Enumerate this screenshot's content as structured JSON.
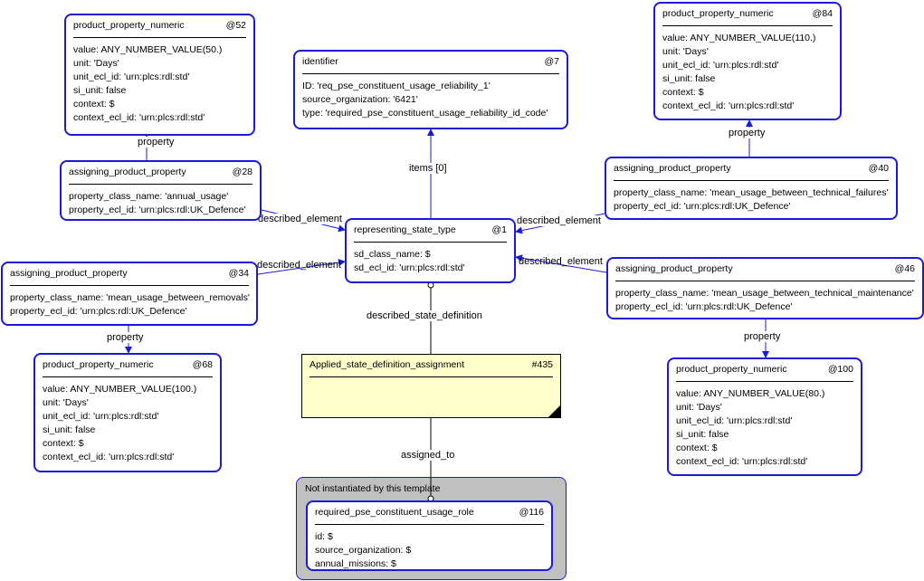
{
  "group": {
    "label": "Not instantiated by this template"
  },
  "boxes": {
    "ppn52": {
      "name": "product_property_numeric",
      "id": "@52",
      "attrs": [
        "value: ANY_NUMBER_VALUE(50.)",
        "unit: 'Days'",
        "unit_ecl_id: 'urn:plcs:rdl:std'",
        "si_unit: false",
        "context: $",
        "context_ecl_id: 'urn:plcs:rdl:std'"
      ]
    },
    "identifier7": {
      "name": "identifier",
      "id": "@7",
      "attrs": [
        "ID: 'req_pse_constituent_usage_reliability_1'",
        "source_organization: '6421'",
        "type: 'required_pse_constituent_usage_reliability_id_code'"
      ]
    },
    "ppn84": {
      "name": "product_property_numeric",
      "id": "@84",
      "attrs": [
        "value: ANY_NUMBER_VALUE(110.)",
        "unit: 'Days'",
        "unit_ecl_id: 'urn:plcs:rdl:std'",
        "si_unit: false",
        "context: $",
        "context_ecl_id: 'urn:plcs:rdl:std'"
      ]
    },
    "app28": {
      "name": "assigning_product_property",
      "id": "@28",
      "attrs": [
        "property_class_name: 'annual_usage'",
        "property_ecl_id: 'urn:plcs:rdl:UK_Defence'"
      ]
    },
    "app40": {
      "name": "assigning_product_property",
      "id": "@40",
      "attrs": [
        "property_class_name: 'mean_usage_between_technical_failures'",
        "property_ecl_id: 'urn:plcs:rdl:UK_Defence'"
      ]
    },
    "rst1": {
      "name": "representing_state_type",
      "id": "@1",
      "attrs": [
        "sd_class_name: $",
        "sd_ecl_id: 'urn:plcs:rdl:std'"
      ]
    },
    "app34": {
      "name": "assigning_product_property",
      "id": "@34",
      "attrs": [
        "property_class_name: 'mean_usage_between_removals'",
        "property_ecl_id: 'urn:plcs:rdl:UK_Defence'"
      ]
    },
    "app46": {
      "name": "assigning_product_property",
      "id": "@46",
      "attrs": [
        "property_class_name: 'mean_usage_between_technical_maintenance'",
        "property_ecl_id: 'urn:plcs:rdl:UK_Defence'"
      ]
    },
    "ppn68": {
      "name": "product_property_numeric",
      "id": "@68",
      "attrs": [
        "value: ANY_NUMBER_VALUE(100.)",
        "unit: 'Days'",
        "unit_ecl_id: 'urn:plcs:rdl:std'",
        "si_unit: false",
        "context: $",
        "context_ecl_id: 'urn:plcs:rdl:std'"
      ]
    },
    "ppn100": {
      "name": "product_property_numeric",
      "id": "@100",
      "attrs": [
        "value: ANY_NUMBER_VALUE(80.)",
        "unit: 'Days'",
        "unit_ecl_id: 'urn:plcs:rdl:std'",
        "si_unit: false",
        "context: $",
        "context_ecl_id: 'urn:plcs:rdl:std'"
      ]
    },
    "rpcur116": {
      "name": "required_pse_constituent_usage_role",
      "id": "@116",
      "attrs": [
        "id: $",
        "source_organization: $",
        "annual_missions: $"
      ]
    }
  },
  "note": {
    "name": "Applied_state_definition_assignment",
    "id": "#435"
  },
  "edge_labels": {
    "property_52": "property",
    "property_84": "property",
    "property_68": "property",
    "property_100": "property",
    "items": "items [0]",
    "described_element_28": "described_element",
    "described_element_34": "described_element",
    "described_element_40": "described_element",
    "described_element_46": "described_element",
    "described_state_definition": "described_state_definition",
    "assigned_to": "assigned_to"
  },
  "colors": {
    "border": "#1a1adb",
    "note_fill": "#ffffcc",
    "group_fill": "#c0c0c0"
  }
}
